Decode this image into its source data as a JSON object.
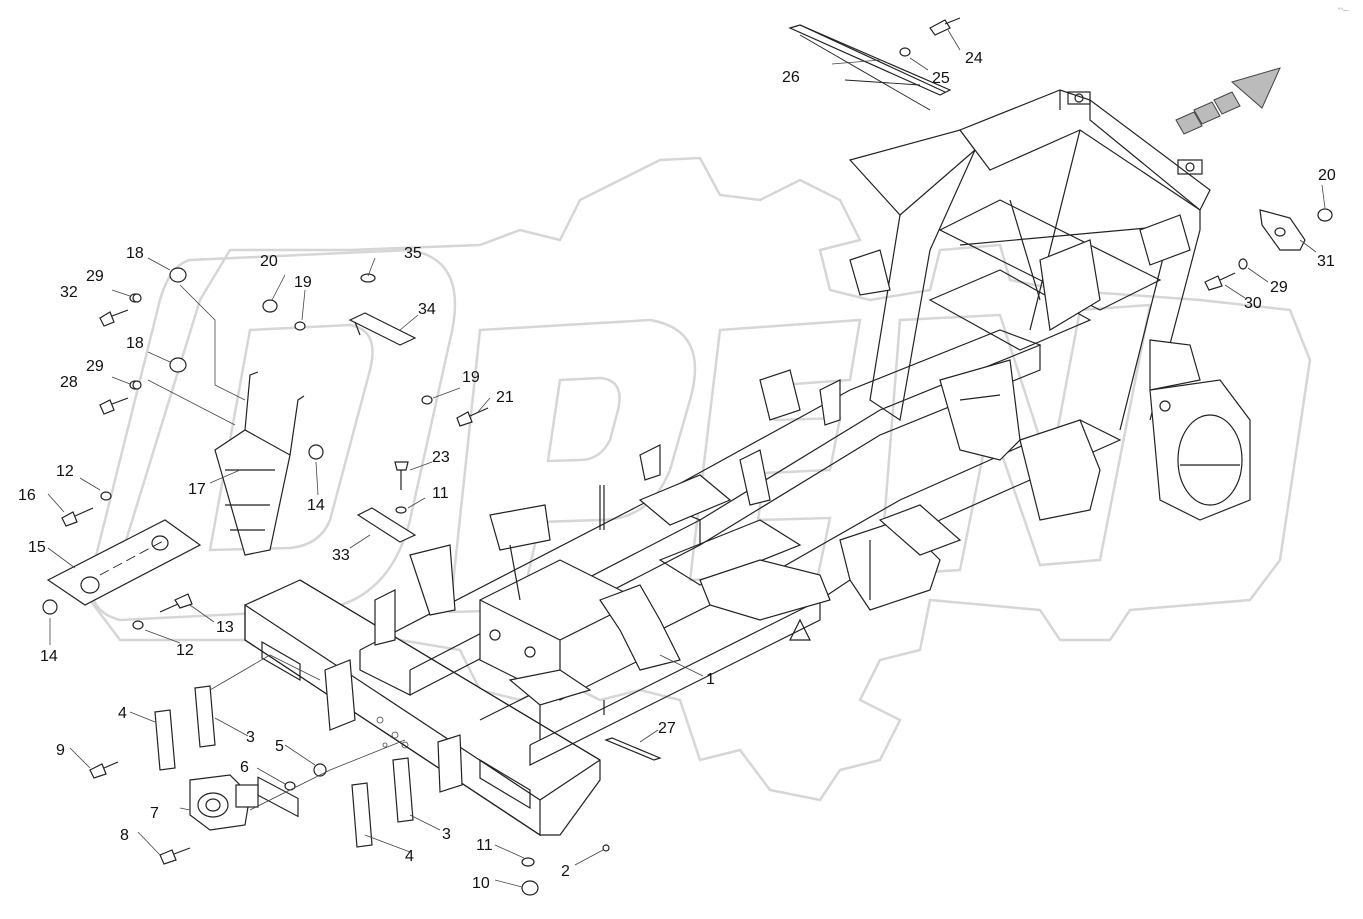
{
  "diagram": {
    "corner_mark": "°°—",
    "callouts": [
      {
        "id": "c1",
        "text": "1"
      },
      {
        "id": "c2",
        "text": "2"
      },
      {
        "id": "c3a",
        "text": "3"
      },
      {
        "id": "c3b",
        "text": "3"
      },
      {
        "id": "c4a",
        "text": "4"
      },
      {
        "id": "c4b",
        "text": "4"
      },
      {
        "id": "c5",
        "text": "5"
      },
      {
        "id": "c6",
        "text": "6"
      },
      {
        "id": "c7",
        "text": "7"
      },
      {
        "id": "c8",
        "text": "8"
      },
      {
        "id": "c9",
        "text": "9"
      },
      {
        "id": "c10",
        "text": "10"
      },
      {
        "id": "c11a",
        "text": "11"
      },
      {
        "id": "c11b",
        "text": "11"
      },
      {
        "id": "c12a",
        "text": "12"
      },
      {
        "id": "c12b",
        "text": "12"
      },
      {
        "id": "c13",
        "text": "13"
      },
      {
        "id": "c14a",
        "text": "14"
      },
      {
        "id": "c14b",
        "text": "14"
      },
      {
        "id": "c15",
        "text": "15"
      },
      {
        "id": "c16",
        "text": "16"
      },
      {
        "id": "c17",
        "text": "17"
      },
      {
        "id": "c18a",
        "text": "18"
      },
      {
        "id": "c18b",
        "text": "18"
      },
      {
        "id": "c19a",
        "text": "19"
      },
      {
        "id": "c19b",
        "text": "19"
      },
      {
        "id": "c20a",
        "text": "20"
      },
      {
        "id": "c20b",
        "text": "20"
      },
      {
        "id": "c21",
        "text": "21"
      },
      {
        "id": "c23",
        "text": "23"
      },
      {
        "id": "c24",
        "text": "24"
      },
      {
        "id": "c25",
        "text": "25"
      },
      {
        "id": "c26",
        "text": "26"
      },
      {
        "id": "c27",
        "text": "27"
      },
      {
        "id": "c28",
        "text": "28"
      },
      {
        "id": "c29a",
        "text": "29"
      },
      {
        "id": "c29b",
        "text": "29"
      },
      {
        "id": "c29c",
        "text": "29"
      },
      {
        "id": "c30",
        "text": "30"
      },
      {
        "id": "c31",
        "text": "31"
      },
      {
        "id": "c32",
        "text": "32"
      },
      {
        "id": "c33",
        "text": "33"
      },
      {
        "id": "c34",
        "text": "34"
      },
      {
        "id": "c35",
        "text": "35"
      }
    ]
  }
}
